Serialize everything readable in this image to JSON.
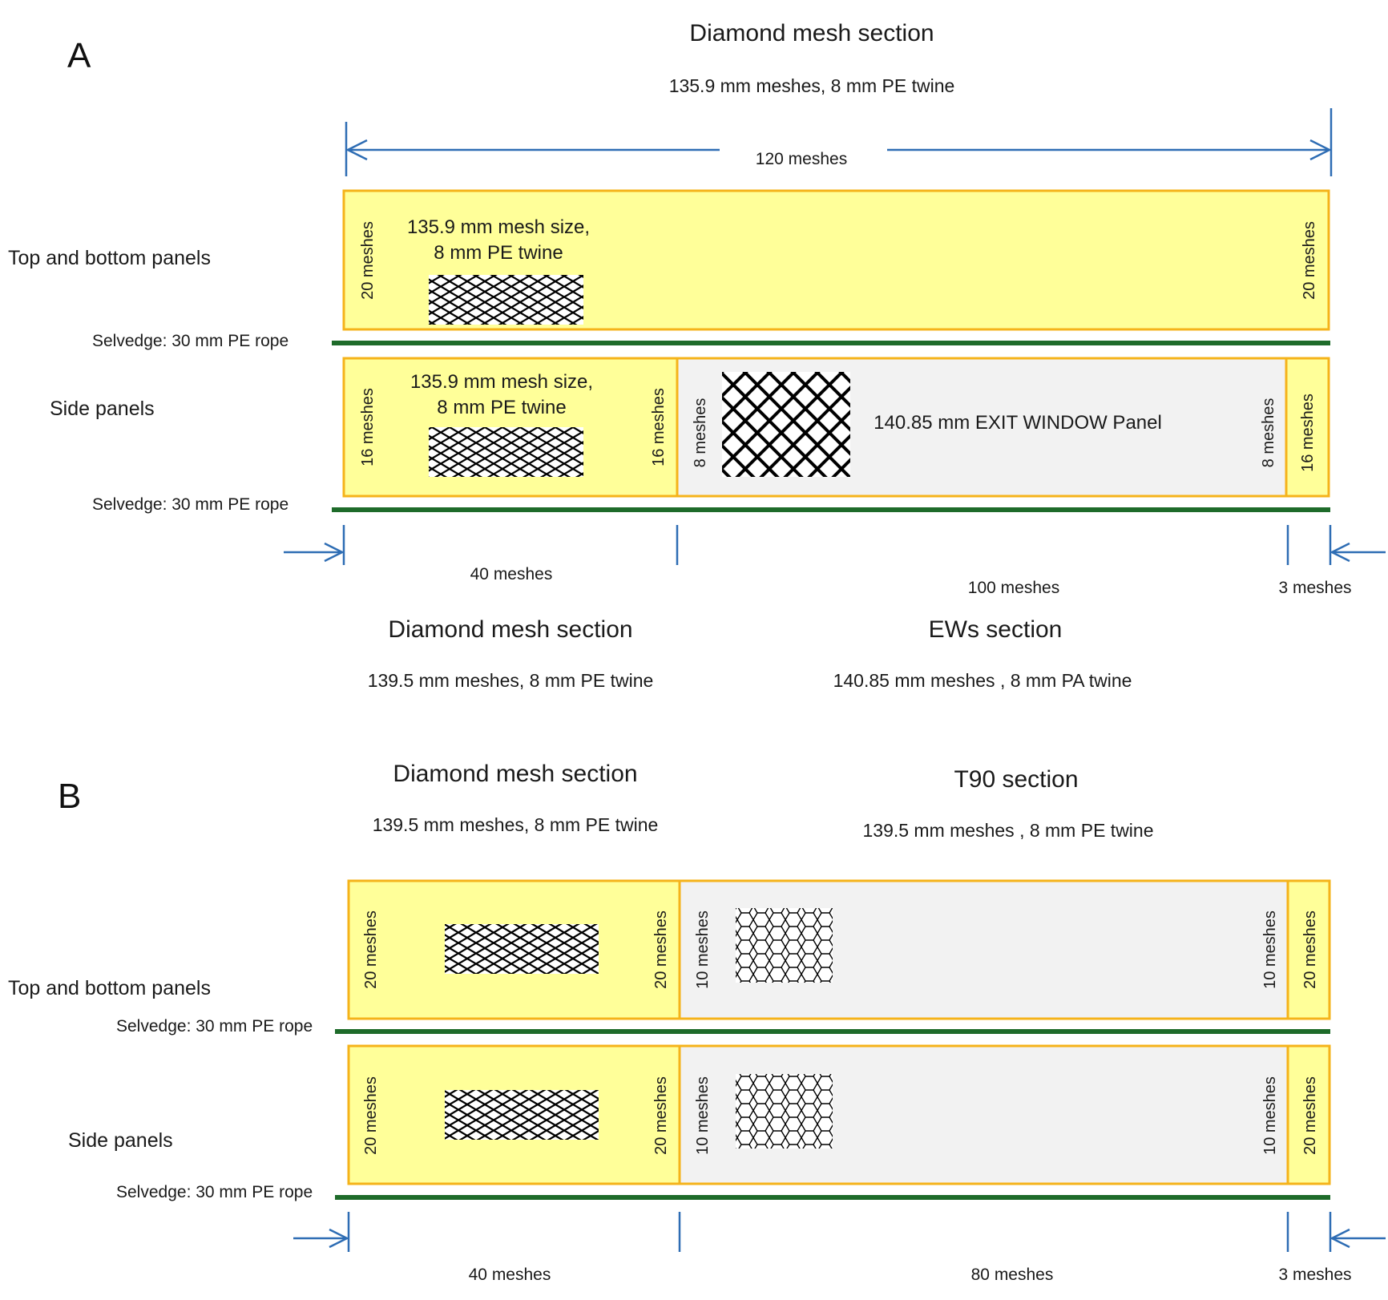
{
  "panelA": {
    "letter": "A",
    "top_title": "Diamond mesh section",
    "top_subtitle": "135.9 mm meshes,  8 mm PE twine",
    "span_label": "120 meshes",
    "top_panel_label": "Top and bottom panels",
    "top_panel_left_meshes": "20 meshes",
    "top_panel_right_meshes": "20 meshes",
    "top_panel_desc_line1": "135.9 mm mesh size,",
    "top_panel_desc_line2": "8 mm PE twine",
    "selvedge_1": "Selvedge: 30 mm PE rope",
    "side_panel_label": "Side panels",
    "side_left_meshes": "16 meshes",
    "side_diamond_right_meshes": "16 meshes",
    "side_desc_line1": "135.9 mm mesh size,",
    "side_desc_line2": "8 mm PE twine",
    "ew_left_meshes": "8 meshes",
    "ew_right_meshes": "8 meshes",
    "ew_label": "140.85 mm EXIT WINDOW Panel",
    "side_far_right_meshes": "16 meshes",
    "selvedge_2": "Selvedge: 30 mm PE rope",
    "dim_left": "40 meshes",
    "dim_middle": "100 meshes",
    "dim_right": "3 meshes",
    "bottom_left_title": "Diamond mesh section",
    "bottom_left_subtitle": "139.5 mm meshes,  8 mm PE twine",
    "bottom_right_title": "EWs section",
    "bottom_right_subtitle": "140.85 mm meshes , 8 mm PA twine"
  },
  "panelB": {
    "letter": "B",
    "left_title": "Diamond mesh section",
    "left_subtitle": "139.5 mm meshes,  8 mm PE twine",
    "right_title": "T90 section",
    "right_subtitle": "139.5 mm meshes , 8 mm PE twine",
    "top_panel_label": "Top and bottom panels",
    "top_left_meshes": "20 meshes",
    "top_diamond_right_meshes": "20 meshes",
    "top_t90_left_meshes": "10 meshes",
    "top_t90_right_meshes": "10 meshes",
    "top_far_right_meshes": "20 meshes",
    "selvedge_1": "Selvedge: 30 mm PE rope",
    "side_panel_label": "Side panels",
    "side_left_meshes": "20 meshes",
    "side_diamond_right_meshes": "20 meshes",
    "side_t90_left_meshes": "10 meshes",
    "side_t90_right_meshes": "10 meshes",
    "side_far_right_meshes": "20 meshes",
    "selvedge_2": "Selvedge: 30 mm PE rope",
    "dim_left": "40 meshes",
    "dim_middle": "80 meshes",
    "dim_right": "3 meshes"
  },
  "colors": {
    "diamond_panel": "#ffff99",
    "window_panel": "#f2f2f2",
    "panel_border": "#f5b31a",
    "selvedge_rope": "#1e6b2a",
    "dimension_lines": "#2e6db4"
  }
}
